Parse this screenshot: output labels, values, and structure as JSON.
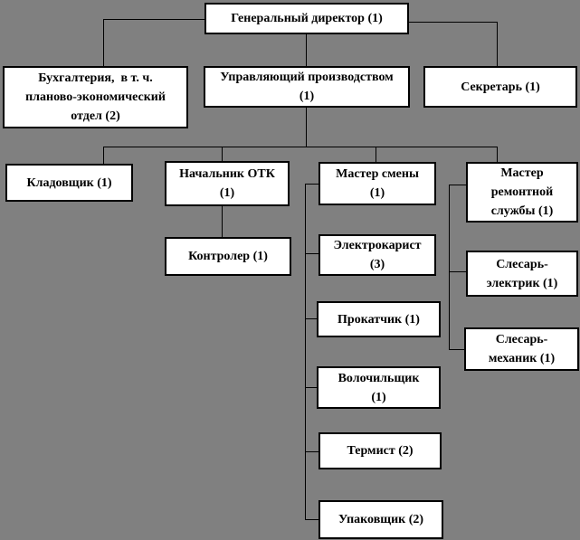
{
  "diagram_type": "organizational-chart",
  "language": "ru",
  "colors": {
    "background": "#808080",
    "node_fill": "#ffffff",
    "node_border": "#000000",
    "connector": "#000000",
    "text": "#000000"
  },
  "nodes": {
    "general_director": {
      "label": "Генеральный директор (1)",
      "title": "Генеральный директор",
      "count": 1
    },
    "accounting": {
      "label": "Бухгалтерия,  в т. ч.\nпланово-экономический\nотдел (2)",
      "title": "Бухгалтерия, в т. ч. планово-экономический отдел",
      "count": 2
    },
    "production_manager": {
      "label": "Управляющий производством\n(1)",
      "title": "Управляющий производством",
      "count": 1
    },
    "secretary": {
      "label": "Секретарь (1)",
      "title": "Секретарь",
      "count": 1
    },
    "storekeeper": {
      "label": "Кладовщик (1)",
      "title": "Кладовщик",
      "count": 1
    },
    "qc_head": {
      "label": "Начальник ОТК\n(1)",
      "title": "Начальник ОТК",
      "count": 1
    },
    "controller": {
      "label": "Контролер (1)",
      "title": "Контролер",
      "count": 1
    },
    "shift_master": {
      "label": "Мастер смены\n(1)",
      "title": "Мастер смены",
      "count": 1
    },
    "repair_master": {
      "label": "Мастер\nремонтной\nслужбы (1)",
      "title": "Мастер ремонтной службы",
      "count": 1
    },
    "forklift_operator": {
      "label": "Электрокарист\n(3)",
      "title": "Электрокарист",
      "count": 3
    },
    "roller": {
      "label": "Прокатчик (1)",
      "title": "Прокатчик",
      "count": 1
    },
    "wire_drawer": {
      "label": "Волочильщик\n(1)",
      "title": "Волочильщик",
      "count": 1
    },
    "heat_treater": {
      "label": "Термист (2)",
      "title": "Термист",
      "count": 2
    },
    "packer": {
      "label": "Упаковщик (2)",
      "title": "Упаковщик",
      "count": 2
    },
    "electrician_fitter": {
      "label": "Слесарь-\nэлектрик (1)",
      "title": "Слесарь-электрик",
      "count": 1
    },
    "mechanic_fitter": {
      "label": "Слесарь-\nмеханик (1)",
      "title": "Слесарь-механик",
      "count": 1
    }
  },
  "hierarchy": [
    {
      "parent": "general_director",
      "children": [
        "accounting",
        "production_manager",
        "secretary"
      ]
    },
    {
      "parent": "production_manager",
      "children": [
        "storekeeper",
        "qc_head",
        "shift_master",
        "repair_master"
      ]
    },
    {
      "parent": "qc_head",
      "children": [
        "controller"
      ]
    },
    {
      "parent": "shift_master",
      "children": [
        "forklift_operator",
        "roller",
        "wire_drawer",
        "heat_treater",
        "packer"
      ]
    },
    {
      "parent": "repair_master",
      "children": [
        "electrician_fitter",
        "mechanic_fitter"
      ]
    }
  ]
}
